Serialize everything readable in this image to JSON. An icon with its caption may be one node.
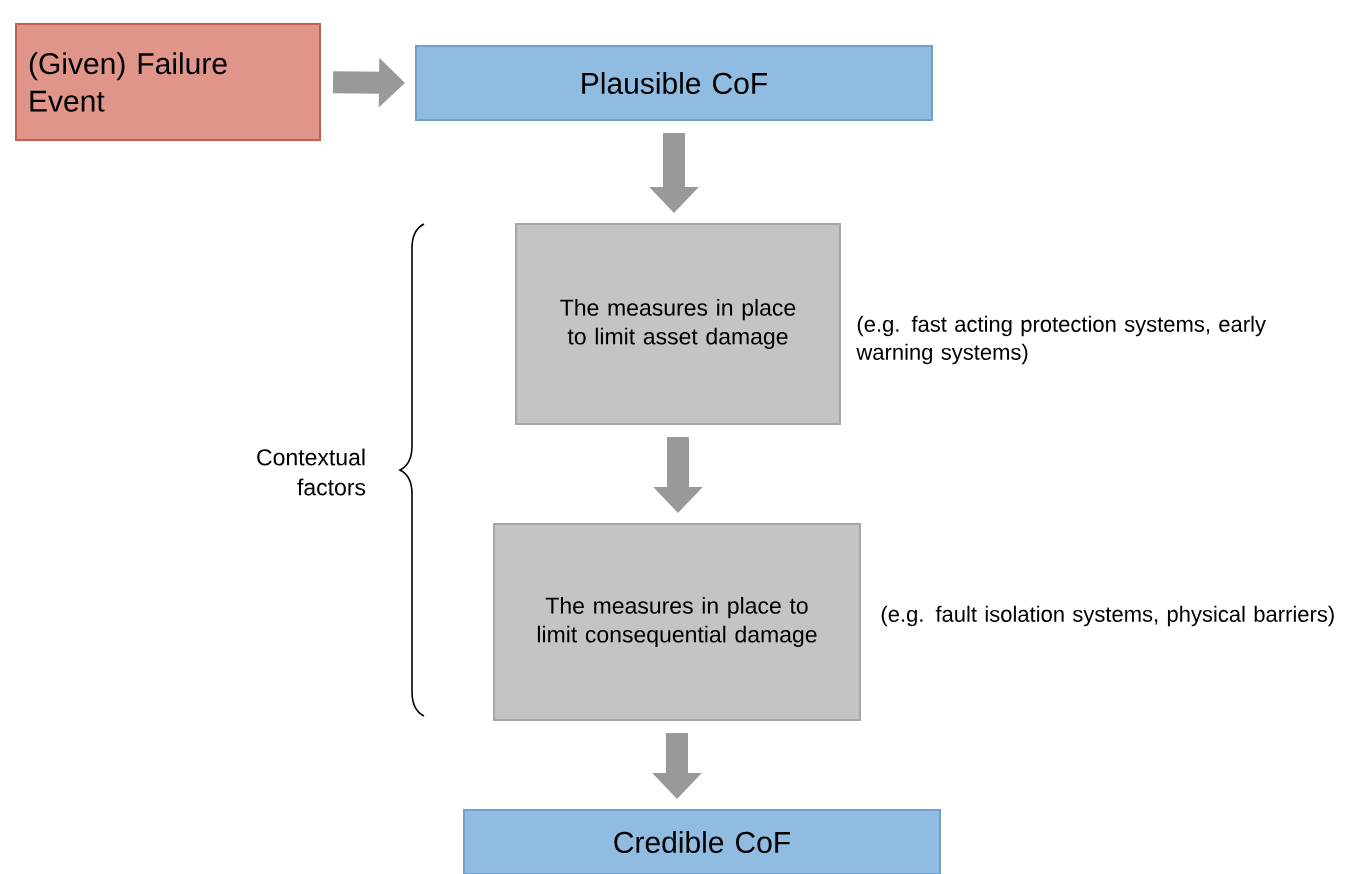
{
  "diagram": {
    "nodes": [
      {
        "text": [
          "(Given) Failure Event"
        ]
      },
      {
        "text": [
          "Plausible CoF"
        ]
      },
      {
        "text": [
          "The measures in place to limit asset damage"
        ],
        "beside": [
          "(e.g. fast acting protection systems, early warning systems)"
        ]
      },
      {
        "text": [
          "The measures in place to limit consequential damage"
        ],
        "beside": [
          "(e.g. fault isolation systems, physical barriers)"
        ]
      },
      {
        "text": [
          "Credible CoF"
        ]
      }
    ],
    "edges": [
      {
        "from": 0,
        "to": 1,
        "arrow": "to"
      },
      {
        "from": 1,
        "to": 2,
        "arrow": "to"
      },
      {
        "from": 2,
        "to": 3,
        "arrow": "to"
      },
      {
        "from": 3,
        "to": 4,
        "arrow": "to"
      }
    ],
    "labels": [
      "Contextual factors"
    ]
  }
}
